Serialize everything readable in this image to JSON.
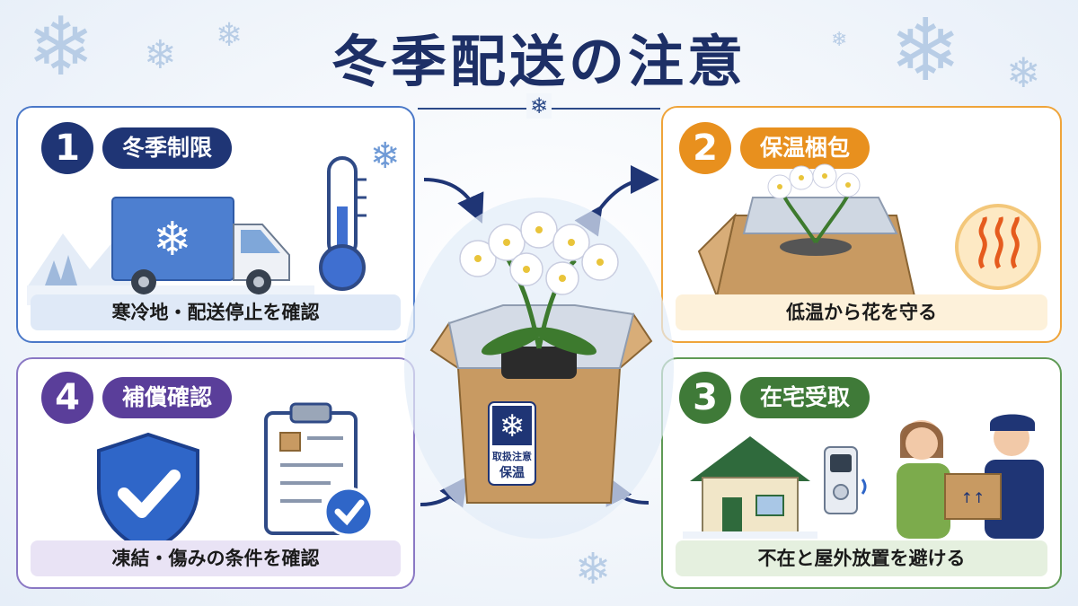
{
  "title": "冬季配送の注意",
  "cards": [
    {
      "number": "1",
      "heading": "冬季制限",
      "caption": "寒冷地・配送停止を確認",
      "accent": "#1f3575"
    },
    {
      "number": "2",
      "heading": "保温梱包",
      "caption": "低温から花を守る",
      "accent": "#e8901e"
    },
    {
      "number": "3",
      "heading": "在宅受取",
      "caption": "不在と屋外放置を避ける",
      "accent": "#3f7a38"
    },
    {
      "number": "4",
      "heading": "補償確認",
      "caption": "凍結・傷みの条件を確認",
      "accent": "#5a3e9a"
    }
  ],
  "center_box": {
    "label_line1": "取扱注意",
    "label_line2": "保温"
  },
  "icons": {
    "truck": "snowflake-truck-icon",
    "thermometer": "thermometer-icon",
    "heat": "heat-waves-icon",
    "house": "house-icon",
    "intercom": "intercom-icon",
    "shield": "shield-check-icon",
    "clipboard": "clipboard-check-icon"
  }
}
